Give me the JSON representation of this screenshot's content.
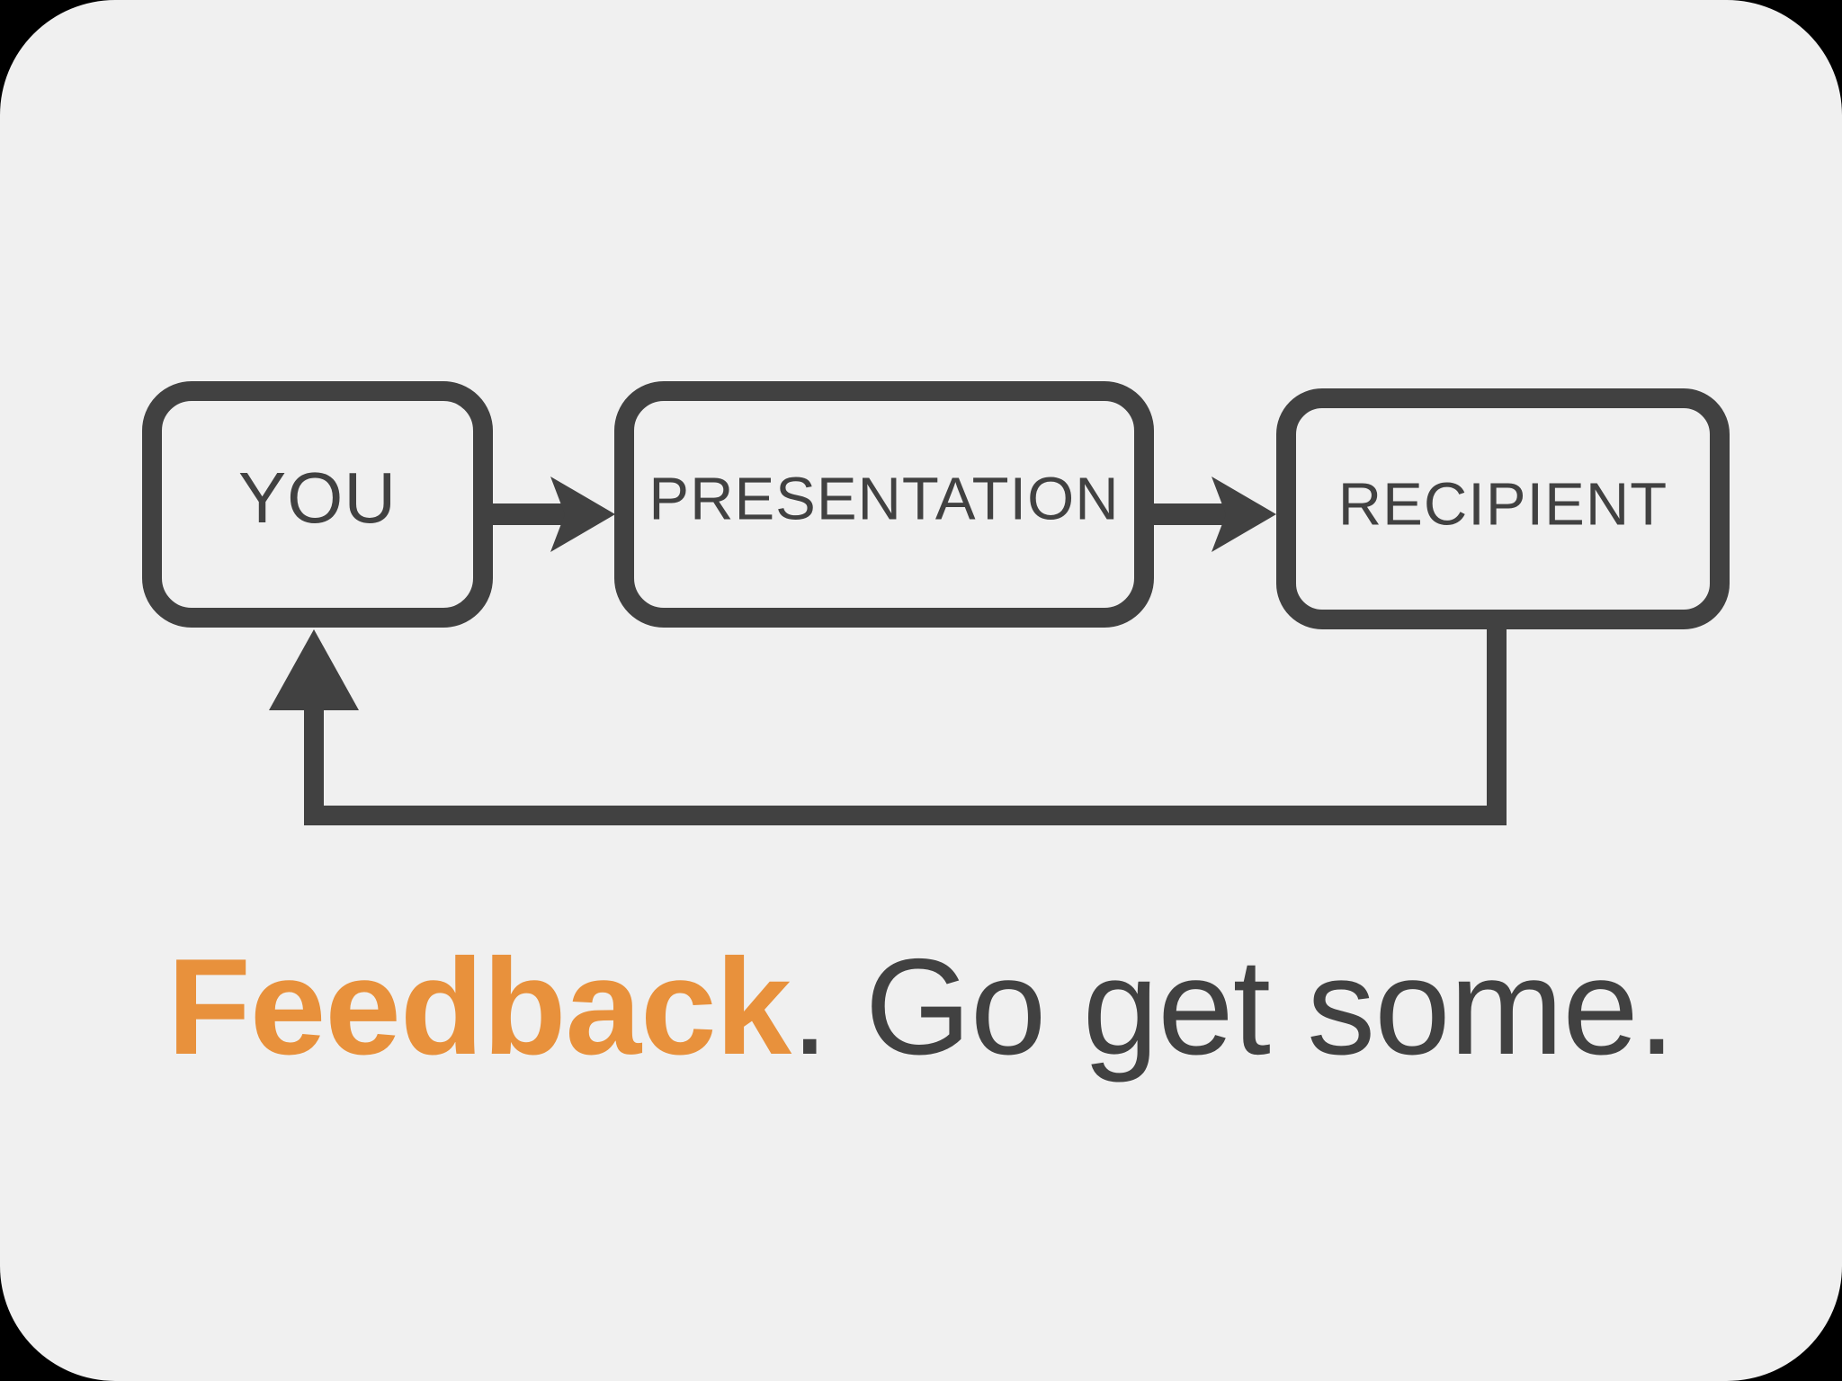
{
  "slide": {
    "background_color": "#F0F0F0",
    "outer_background_color": "#000000",
    "stroke_color": "#414141",
    "accent_color": "#E8913C",
    "text_color": "#414141"
  },
  "diagram": {
    "type": "flowchart-feedback-loop",
    "nodes": [
      {
        "id": "you",
        "label": "YOU"
      },
      {
        "id": "presentation",
        "label": "PRESENTATION"
      },
      {
        "id": "recipient",
        "label": "RECIPIENT"
      }
    ],
    "connectors": [
      {
        "id": "you-to-presentation",
        "from": "you",
        "to": "presentation",
        "kind": "arrow-right"
      },
      {
        "id": "presentation-to-recipient",
        "from": "presentation",
        "to": "recipient",
        "kind": "arrow-right"
      },
      {
        "id": "recipient-to-you",
        "from": "recipient",
        "to": "you",
        "kind": "feedback-loop-arrow-up"
      }
    ]
  },
  "caption": {
    "accent_word": "Feedback",
    "rest": ". Go get some."
  }
}
